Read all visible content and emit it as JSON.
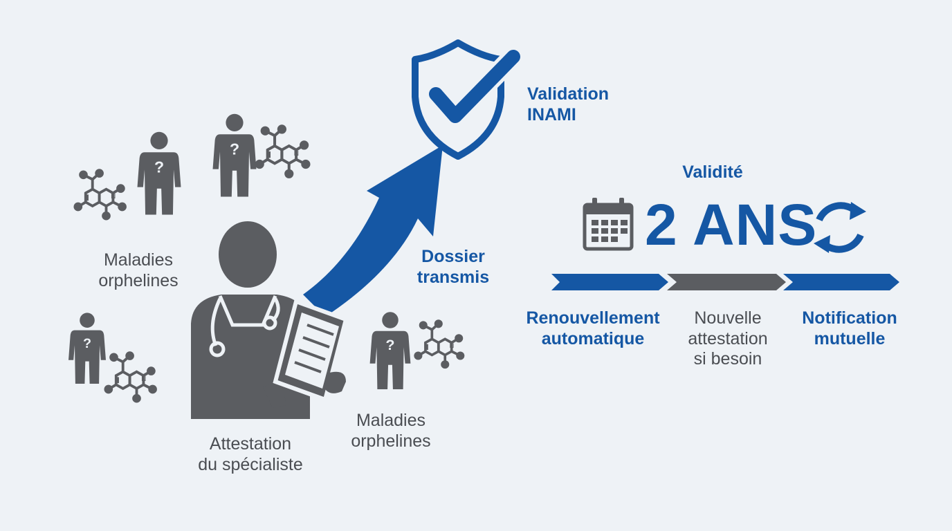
{
  "colors": {
    "blue": "#1557a4",
    "gray": "#5b5d61",
    "background": "#eef2f6"
  },
  "labels": {
    "maladies_left": [
      "Maladies",
      "orphelines"
    ],
    "maladies_right": [
      "Maladies",
      "orphelines"
    ],
    "attestation": [
      "Attestation",
      "du spécialiste"
    ],
    "dossier": [
      "Dossier",
      "transmis"
    ],
    "validation": [
      "Validation",
      "INAMI"
    ],
    "validite": "Validité",
    "duration": "2 ANS"
  },
  "timeline": {
    "steps": [
      {
        "lines": [
          "Renouvellement",
          "automatique"
        ],
        "color": "#1557a4"
      },
      {
        "lines": [
          "Nouvelle",
          "attestation",
          "si besoin"
        ],
        "color": "#5b5d61"
      },
      {
        "lines": [
          "Notification",
          "mutuelle"
        ],
        "color": "#1557a4"
      }
    ]
  },
  "icons": [
    "patient-question-icon",
    "molecule-icon",
    "doctor-clipboard-icon",
    "upward-arrow-icon",
    "shield-check-icon",
    "calendar-icon",
    "renew-arrows-icon"
  ]
}
